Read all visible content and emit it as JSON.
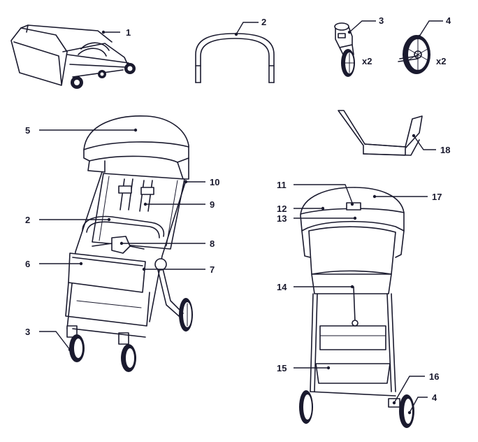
{
  "callouts": {
    "c1": "1",
    "c2_top": "2",
    "c3_top": "3",
    "c4_top": "4",
    "c5": "5",
    "c10": "10",
    "c9": "9",
    "c2_front": "2",
    "c8": "8",
    "c6": "6",
    "c7": "7",
    "c3_front": "3",
    "c18": "18",
    "c11": "11",
    "c17": "17",
    "c12": "12",
    "c13": "13",
    "c14": "14",
    "c15": "15",
    "c16": "16",
    "c4_rear": "4"
  },
  "quantities": {
    "front_wheel_qty": "x2",
    "rear_wheel_qty": "x2"
  },
  "colors": {
    "ink": "#1a1a2e",
    "background": "#ffffff"
  }
}
